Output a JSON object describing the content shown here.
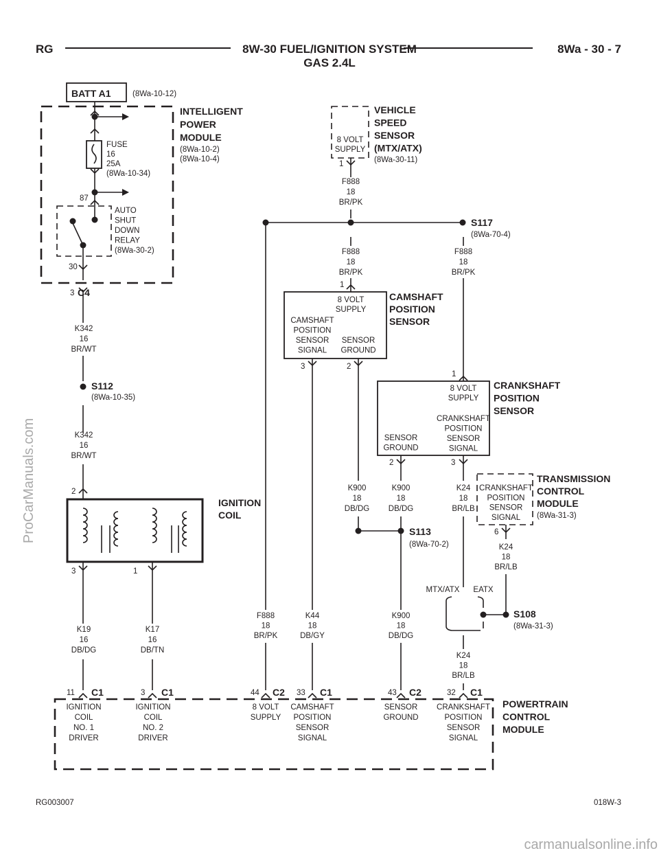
{
  "header": {
    "section": "RG",
    "title": "8W-30 FUEL/IGNITION SYSTEM",
    "subtitle": "GAS 2.4L",
    "page": "8Wa - 30 - 7"
  },
  "labels": {
    "batt": [
      "BATT A1"
    ],
    "batt_ref": [
      "(8Wa-10-12)"
    ],
    "ipm": [
      "INTELLIGENT",
      "POWER",
      "MODULE"
    ],
    "ipm_ref": [
      "(8Wa-10-2)",
      "(8Wa-10-4)"
    ],
    "fuse": [
      "FUSE",
      "16",
      "25A",
      "(8Wa-10-34)"
    ],
    "pin87": [
      "87"
    ],
    "relay": [
      "AUTO",
      "SHUT",
      "DOWN",
      "RELAY",
      "(8Wa-30-2)"
    ],
    "pin30": [
      "30"
    ],
    "c4_pin": [
      "3"
    ],
    "c4": [
      "C4"
    ],
    "k342_a": [
      "K342",
      "16",
      "BR/WT"
    ],
    "s112": [
      "S112"
    ],
    "s112_ref": [
      "(8Wa-10-35)"
    ],
    "k342_b": [
      "K342",
      "16",
      "BR/WT"
    ],
    "coil_pin2": [
      "2"
    ],
    "coil": [
      "IGNITION",
      "COIL"
    ],
    "coil_pin3": [
      "3"
    ],
    "coil_pin1": [
      "1"
    ],
    "k19": [
      "K19",
      "16",
      "DB/DG"
    ],
    "k17": [
      "K17",
      "16",
      "DB/TN"
    ],
    "vss_pin_label": [
      "8 VOLT",
      "SUPPLY"
    ],
    "vss": [
      "VEHICLE",
      "SPEED",
      "SENSOR",
      "(MTX/ATX)"
    ],
    "vss_ref": [
      "(8Wa-30-11)"
    ],
    "vss_pin": [
      "1"
    ],
    "f888_a": [
      "F888",
      "18",
      "BR/PK"
    ],
    "s117": [
      "S117"
    ],
    "s117_ref": [
      "(8Wa-70-4)"
    ],
    "f888_b": [
      "F888",
      "18",
      "BR/PK"
    ],
    "f888_c": [
      "F888",
      "18",
      "BR/PK"
    ],
    "cmp_pin1": [
      "1"
    ],
    "cmp_supply": [
      "8 VOLT",
      "SUPPLY"
    ],
    "cmp_signal": [
      "CAMSHAFT",
      "POSITION",
      "SENSOR",
      "SIGNAL"
    ],
    "cmp_ground": [
      "SENSOR",
      "GROUND"
    ],
    "cmp": [
      "CAMSHAFT",
      "POSITION",
      "SENSOR"
    ],
    "cmp_pin3": [
      "3"
    ],
    "cmp_pin2": [
      "2"
    ],
    "ckp_pin1": [
      "1"
    ],
    "ckp_supply": [
      "8 VOLT",
      "SUPPLY"
    ],
    "ckp_signal": [
      "CRANKSHAFT",
      "POSITION",
      "SENSOR",
      "SIGNAL"
    ],
    "ckp_ground": [
      "SENSOR",
      "GROUND"
    ],
    "ckp": [
      "CRANKSHAFT",
      "POSITION",
      "SENSOR"
    ],
    "ckp_pin2": [
      "2"
    ],
    "ckp_pin3": [
      "3"
    ],
    "k900_a": [
      "K900",
      "18",
      "DB/DG"
    ],
    "k900_b": [
      "K900",
      "18",
      "DB/DG"
    ],
    "k24_a": [
      "K24",
      "18",
      "BR/LB"
    ],
    "s113": [
      "S113"
    ],
    "s113_ref": [
      "(8Wa-70-2)"
    ],
    "tcm_signal": [
      "CRANKSHAFT",
      "POSITION",
      "SENSOR",
      "SIGNAL"
    ],
    "tcm": [
      "TRANSMISSION",
      "CONTROL",
      "MODULE"
    ],
    "tcm_ref": [
      "(8Wa-31-3)"
    ],
    "tcm_pin": [
      "6"
    ],
    "k24_b": [
      "K24",
      "18",
      "BR/LB"
    ],
    "mtx": [
      "MTX/ATX"
    ],
    "eatx": [
      "EATX"
    ],
    "s108": [
      "S108"
    ],
    "s108_ref": [
      "(8Wa-31-3)"
    ],
    "k24_c": [
      "K24",
      "18",
      "BR/LB"
    ],
    "f888_d": [
      "F888",
      "18",
      "BR/PK"
    ],
    "k44": [
      "K44",
      "18",
      "DB/GY"
    ],
    "k900_c": [
      "K900",
      "18",
      "DB/DG"
    ],
    "pcm_c1_11": [
      "11"
    ],
    "pcm_c1_11c": [
      "C1"
    ],
    "pcm_c1_3": [
      "3"
    ],
    "pcm_c1_3c": [
      "C1"
    ],
    "pcm_c2_44": [
      "44"
    ],
    "pcm_c2_44c": [
      "C2"
    ],
    "pcm_c1_33": [
      "33"
    ],
    "pcm_c1_33c": [
      "C1"
    ],
    "pcm_c2_43": [
      "43"
    ],
    "pcm_c2_43c": [
      "C2"
    ],
    "pcm_c1_32": [
      "32"
    ],
    "pcm_c1_32c": [
      "C1"
    ],
    "pcm_coil1": [
      "IGNITION",
      "COIL",
      "NO. 1",
      "DRIVER"
    ],
    "pcm_coil2": [
      "IGNITION",
      "COIL",
      "NO. 2",
      "DRIVER"
    ],
    "pcm_supply": [
      "8 VOLT",
      "SUPPLY"
    ],
    "pcm_cmp": [
      "CAMSHAFT",
      "POSITION",
      "SENSOR",
      "SIGNAL"
    ],
    "pcm_ground": [
      "SENSOR",
      "GROUND"
    ],
    "pcm_ckp": [
      "CRANKSHAFT",
      "POSITION",
      "SENSOR",
      "SIGNAL"
    ],
    "pcm": [
      "POWERTRAIN",
      "CONTROL",
      "MODULE"
    ]
  },
  "footer": {
    "left": "RG003007",
    "right": "018W-3"
  },
  "watermarks": {
    "side": "ProCarManuals.com",
    "bottom": "carmanualsonline.info"
  }
}
